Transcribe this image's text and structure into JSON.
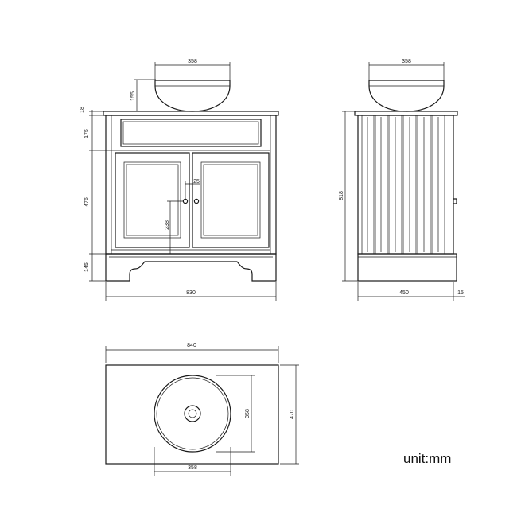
{
  "front": {
    "basin_width": "358",
    "basin_height": "155",
    "top_thickness": "18",
    "drawer_height": "175",
    "door_height": "476",
    "plinth_height": "145",
    "handle_offset": "25",
    "handle_height": "238",
    "overall_width": "830"
  },
  "side": {
    "basin_width": "358",
    "overall_height": "818",
    "depth": "450",
    "overhang": "15"
  },
  "top": {
    "overall_width": "840",
    "depth": "470",
    "basin_diameter_v": "358",
    "basin_diameter_h": "358"
  },
  "unit_label": "unit:mm"
}
